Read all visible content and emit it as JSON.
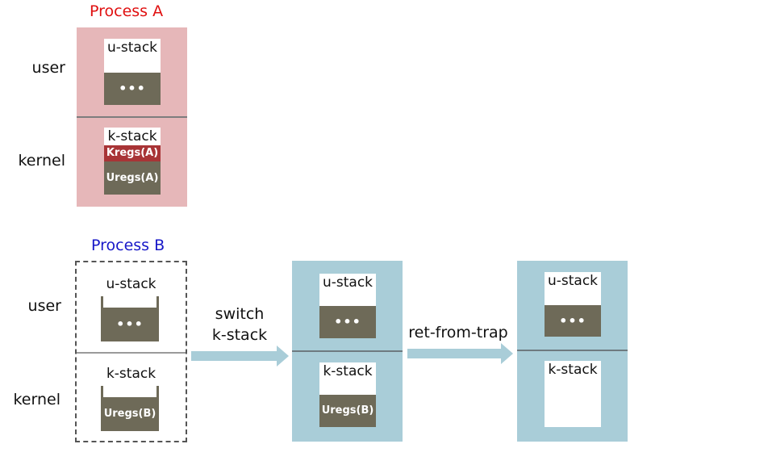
{
  "process_a": {
    "title": "Process A",
    "title_color": "#e01010",
    "user_label": "user",
    "kernel_label": "kernel",
    "u_stack": {
      "label": "u-stack",
      "contents": "•••"
    },
    "k_stack": {
      "label": "k-stack",
      "kregs": "Kregs(A)",
      "uregs": "Uregs(A)"
    }
  },
  "process_b": {
    "title": "Process B",
    "title_color": "#1818c8",
    "user_label": "user",
    "kernel_label": "kernel",
    "u_stack": {
      "label": "u-stack",
      "contents": "•••"
    },
    "k_stack": {
      "label": "k-stack",
      "uregs": "Uregs(B)"
    }
  },
  "step1": {
    "arrow_label_line1": "switch",
    "arrow_label_line2": "k-stack",
    "u_stack": {
      "label": "u-stack",
      "contents": "•••"
    },
    "k_stack": {
      "label": "k-stack",
      "uregs": "Uregs(B)"
    }
  },
  "step2": {
    "arrow_label": "ret-from-trap",
    "u_stack": {
      "label": "u-stack",
      "contents": "•••"
    },
    "k_stack": {
      "label": "k-stack"
    }
  },
  "colors": {
    "process_a_bg": "#e6b7b9",
    "process_c_bg": "#a9cdd8",
    "slot_gray": "#6e6a58",
    "slot_red": "#a83436",
    "arrow": "#a9cdd8"
  }
}
